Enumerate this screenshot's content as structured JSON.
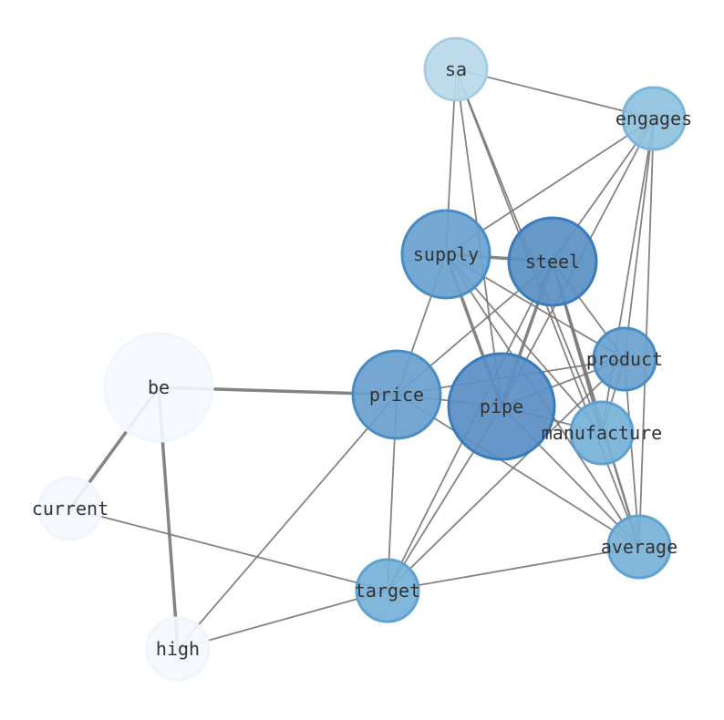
{
  "nodes": [
    {
      "id": "sa",
      "label": "sa",
      "color": "#b9d8ea",
      "stroke": "#a6cde3"
    },
    {
      "id": "engages",
      "label": "engages",
      "color": "#8fc2df",
      "stroke": "#7ab6da"
    },
    {
      "id": "supply",
      "label": "supply",
      "color": "#6aa2d0",
      "stroke": "#4a8cc4"
    },
    {
      "id": "steel",
      "label": "steel",
      "color": "#5a90c4",
      "stroke": "#3a7bbb"
    },
    {
      "id": "product",
      "label": "product",
      "color": "#6aa2d0",
      "stroke": "#4a8cc4"
    },
    {
      "id": "be",
      "label": "be",
      "color": "#f5f9fe",
      "stroke": "#f0f6fd"
    },
    {
      "id": "price",
      "label": "price",
      "color": "#6aa0cf",
      "stroke": "#4a8cc4"
    },
    {
      "id": "pipe",
      "label": "pipe",
      "color": "#5b8ec5",
      "stroke": "#3a7bbb"
    },
    {
      "id": "manufacture",
      "label": "manufacture",
      "color": "#78b1d9",
      "stroke": "#5ea2d2"
    },
    {
      "id": "current",
      "label": "current",
      "color": "#f4f8fd",
      "stroke": "#eef5fc"
    },
    {
      "id": "average",
      "label": "average",
      "color": "#78b1d9",
      "stroke": "#5ea2d2"
    },
    {
      "id": "target",
      "label": "target",
      "color": "#78b1d9",
      "stroke": "#5ea2d2"
    },
    {
      "id": "high",
      "label": "high",
      "color": "#f4f8fd",
      "stroke": "#eef5fc"
    }
  ],
  "edges": [
    [
      "sa",
      "engages",
      1
    ],
    [
      "sa",
      "supply",
      1
    ],
    [
      "sa",
      "pipe",
      1
    ],
    [
      "sa",
      "manufacture",
      1
    ],
    [
      "sa",
      "average",
      1
    ],
    [
      "engages",
      "supply",
      1
    ],
    [
      "engages",
      "steel",
      1
    ],
    [
      "engages",
      "pipe",
      1
    ],
    [
      "engages",
      "manufacture",
      1
    ],
    [
      "engages",
      "average",
      1
    ],
    [
      "engages",
      "product",
      1
    ],
    [
      "supply",
      "steel",
      3
    ],
    [
      "supply",
      "pipe",
      3
    ],
    [
      "supply",
      "price",
      1
    ],
    [
      "supply",
      "product",
      1
    ],
    [
      "supply",
      "manufacture",
      1
    ],
    [
      "supply",
      "average",
      1
    ],
    [
      "steel",
      "pipe",
      3
    ],
    [
      "steel",
      "price",
      1
    ],
    [
      "steel",
      "product",
      1
    ],
    [
      "steel",
      "manufacture",
      2
    ],
    [
      "steel",
      "average",
      2
    ],
    [
      "steel",
      "target",
      1
    ],
    [
      "price",
      "be",
      3
    ],
    [
      "price",
      "pipe",
      1
    ],
    [
      "price",
      "product",
      1
    ],
    [
      "price",
      "average",
      1
    ],
    [
      "price",
      "target",
      1
    ],
    [
      "price",
      "high",
      1
    ],
    [
      "pipe",
      "product",
      1
    ],
    [
      "pipe",
      "manufacture",
      1
    ],
    [
      "pipe",
      "average",
      1
    ],
    [
      "pipe",
      "target",
      1
    ],
    [
      "product",
      "target",
      1
    ],
    [
      "product",
      "average",
      1
    ],
    [
      "product",
      "manufacture",
      1
    ],
    [
      "target",
      "average",
      1
    ],
    [
      "target",
      "current",
      1
    ],
    [
      "target",
      "high",
      1
    ],
    [
      "be",
      "current",
      3
    ],
    [
      "be",
      "high",
      3
    ]
  ]
}
